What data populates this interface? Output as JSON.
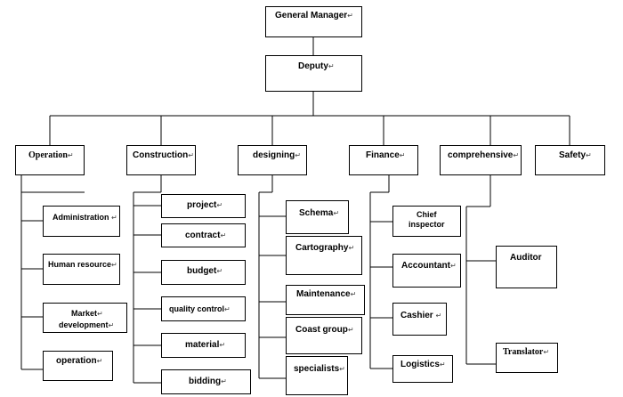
{
  "top": {
    "general_manager": "General Manager",
    "deputy": "Deputy"
  },
  "departments": {
    "operation": "Operation",
    "construction": "Construction",
    "designing": "designing",
    "finance": "Finance",
    "comprehensive": "comprehensive",
    "safety": "Safety"
  },
  "operation_units": {
    "administration": "Administration",
    "human_resource": "Human resource",
    "market_line1": "Market",
    "market_line2": "development",
    "operation": "operation"
  },
  "construction_units": {
    "project": "project",
    "contract": "contract",
    "budget": "budget",
    "quality_control": "quality control",
    "material": "material",
    "bidding": "bidding"
  },
  "designing_units": {
    "schema": "Schema",
    "cartography": "Cartography",
    "maintenance": "Maintenance",
    "coast_group": "Coast group",
    "specialists": "specialists"
  },
  "finance_units": {
    "chief_line1": "Chief",
    "chief_line2": "inspector",
    "accountant": "Accountant",
    "cashier": "Cashier",
    "logistics": "Logistics"
  },
  "comprehensive_units": {
    "auditor": "Auditor",
    "translator": "Translator"
  },
  "paragraph_mark": "↵"
}
